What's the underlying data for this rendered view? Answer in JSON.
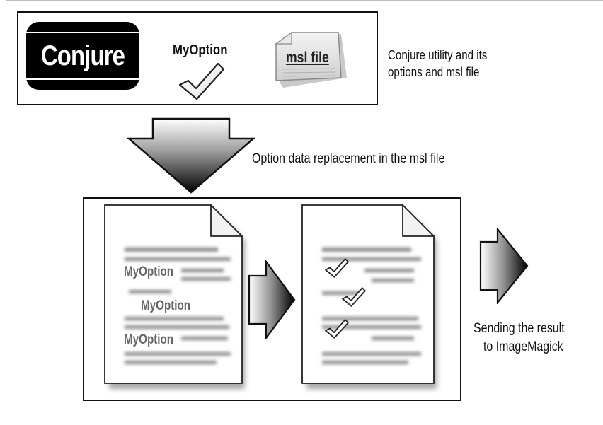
{
  "top_panel": {
    "conjure_badge": "Conjure",
    "option_label": "MyOption",
    "msl_label": "msl file",
    "caption_line1": "Conjure utility and its",
    "caption_line2": "options and msl file"
  },
  "down_arrow_caption": "Option data replacement in the msl file",
  "bottom_panel": {
    "left_doc_options": [
      "MyOption",
      "MyOption",
      "MyOption"
    ]
  },
  "result_caption_line1": "Sending the result",
  "result_caption_line2": "to ImageMagick",
  "colors": {
    "frame": "#000000",
    "badge_bg": "#000000",
    "badge_text": "#ffffff",
    "doc_fill": "#ffffff",
    "option_text": "#666666"
  }
}
